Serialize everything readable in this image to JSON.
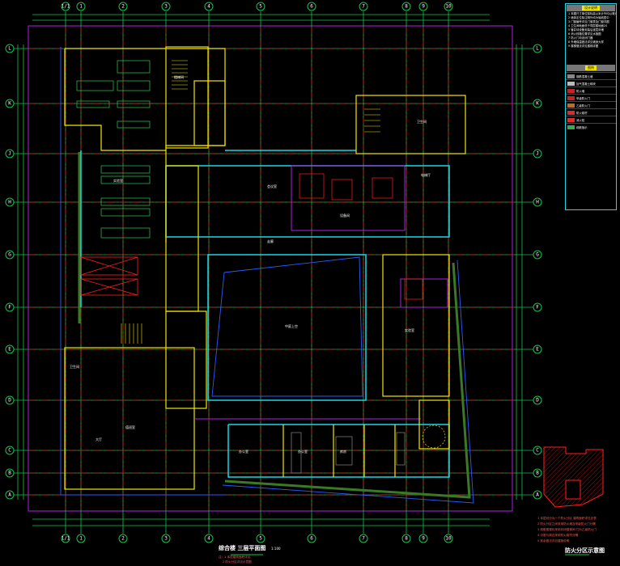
{
  "drawing": {
    "title": "综合楼 三层平面图",
    "scale": "1:100",
    "subnotes": [
      "注：1 本层建筑面积详见",
      "2 防火分区详见示意图"
    ],
    "courtyard_label": "中庭上空",
    "hall_label": "大厅"
  },
  "grid": {
    "columns": [
      "1/1",
      "1",
      "2",
      "3",
      "4",
      "5",
      "6",
      "7",
      "8",
      "9",
      "10"
    ],
    "rows": [
      "L",
      "K",
      "J",
      "H",
      "G",
      "F",
      "E",
      "D",
      "C",
      "B",
      "A"
    ]
  },
  "rooms": [
    "办公室",
    "会议室",
    "库房",
    "卫生间",
    "楼梯间",
    "电梯厅",
    "设备间",
    "走廊",
    "实验室",
    "值班室"
  ],
  "key_plan": {
    "title": "防火分区示意图",
    "notes": [
      "1 本层划分为一个防火分区 建筑面积详见总表",
      "2 防火分区之间采用防火墙及甲级防火门分隔",
      "3 疏散楼梯均采用封闭楼梯间 门为乙级防火门",
      "4 中庭与周边采用防火卷帘分隔",
      "5 其余做法详见建施说明"
    ]
  },
  "side_panel": {
    "header1": "设计说明",
    "notes": [
      "1 本图尺寸单位除标高以米计外均以毫米计",
      "2 墙体定位除注明外均为轴线居中",
      "3 门窗编号详见门窗表及门窗详图",
      "4 卫生间地面低于同层楼地面20",
      "5 管井待设备安装后逐层封堵",
      "6 消火栓箱位置详见水施图",
      "7 防火门均设闭门器",
      "8 外墙保温做法详见墙身大样",
      "9 楼梯做法详见楼梯详图"
    ],
    "header2": "图例",
    "legend": [
      {
        "label": "钢筋混凝土墙",
        "color": "#888888"
      },
      {
        "label": "加气混凝土砌块",
        "color": "#bbbbbb"
      },
      {
        "label": "防火墙",
        "color": "#cc2020"
      },
      {
        "label": "甲级防火门",
        "color": "#cc2020"
      },
      {
        "label": "乙级防火门",
        "color": "#b07030"
      },
      {
        "label": "防火卷帘",
        "color": "#dd2a2a"
      },
      {
        "label": "消火栓",
        "color": "#dd2a2a"
      },
      {
        "label": "疏散指示",
        "color": "#2fae4a"
      }
    ]
  },
  "colors": {
    "background": "#000000",
    "axis": "#d01515",
    "wall": "#f2e600",
    "glass": "#19d8e6",
    "fire": "#ff1e1e"
  }
}
